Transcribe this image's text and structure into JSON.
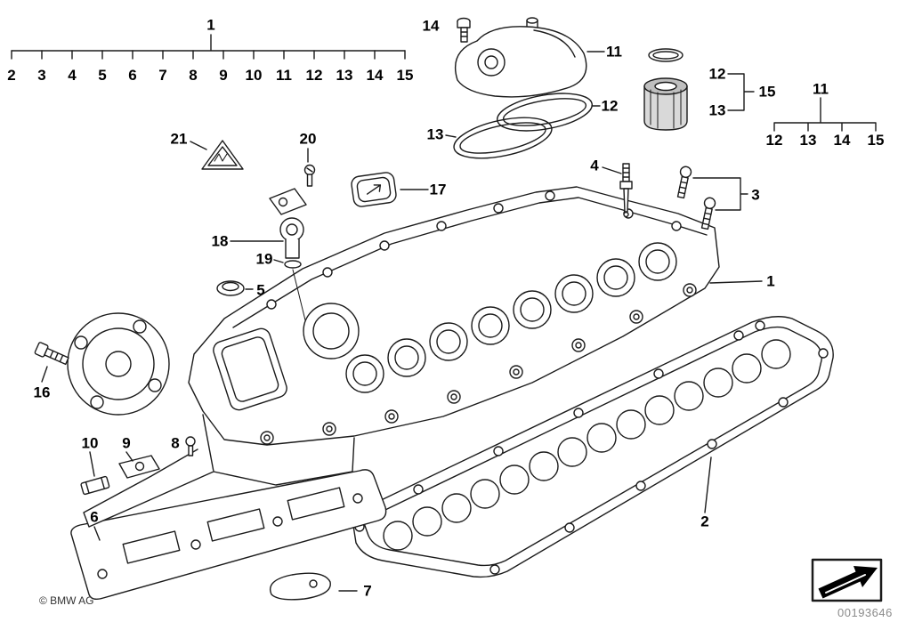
{
  "legend_top": {
    "group_label": "1",
    "items": [
      "2",
      "3",
      "4",
      "5",
      "6",
      "7",
      "8",
      "9",
      "10",
      "11",
      "12",
      "13",
      "14",
      "15"
    ]
  },
  "legend_right": {
    "group_label": "11",
    "items": [
      "12",
      "13",
      "14",
      "15"
    ]
  },
  "bracket_groups": {
    "sleeve_bracket_result": "15",
    "bolt_bracket_result": "3"
  },
  "callouts": {
    "c14": "14",
    "c11_breather": "11",
    "c12_breather_gasket": "12",
    "c13_gasket": "13",
    "c12_oring": "12",
    "c13_sleeve": "13",
    "c15": "15",
    "c21": "21",
    "c20": "20",
    "c17": "17",
    "c4": "4",
    "c3": "3",
    "c18": "18",
    "c19": "19",
    "c5": "5",
    "c1_cover": "1",
    "c16": "16",
    "c10": "10",
    "c9": "9",
    "c8": "8",
    "c6": "6",
    "c7": "7",
    "c2": "2"
  },
  "footer": {
    "copyright": "© BMW AG",
    "image_number": "00193646"
  },
  "icons": {
    "direction_arrow": "diagonal-arrow-in-box",
    "warning_triangle": "camshaft-warning-triangle"
  },
  "colors": {
    "line": "#1b1b1b",
    "background": "#ffffff",
    "muted_text": "#8b8b8b"
  }
}
